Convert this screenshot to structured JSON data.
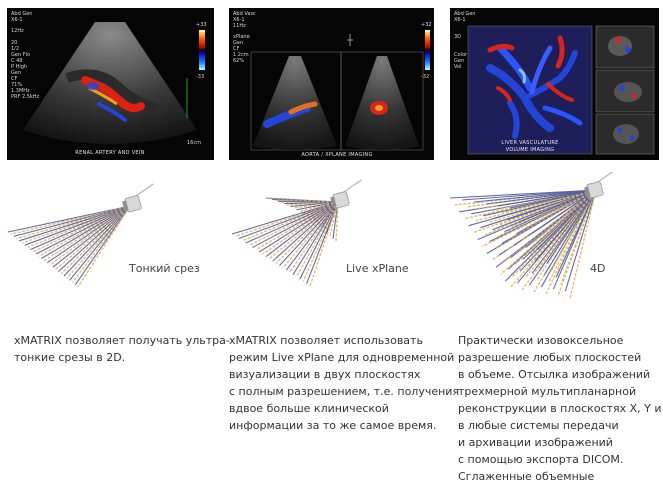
{
  "columns": [
    {
      "image": {
        "header_lines": [
          "Abd Gen",
          "X6-1"
        ],
        "fps": "12Hz",
        "side_params": [
          "20",
          "1/2",
          "Gen Flo",
          "C 48",
          "P High",
          "Gen",
          "CF",
          "71%",
          "1.3MHz",
          "PRF 2.5kHz"
        ],
        "scale_top": "+33",
        "scale_bottom": "-33",
        "depth": "16cm",
        "caption": "RENAL ARTERY AND VEIN"
      },
      "diagram_label": "Тонкий срез",
      "description_lines": [
        "xMATRIX позволяет получать ультра-",
        "тонкие срезы в 2D."
      ]
    },
    {
      "image": {
        "header_lines": [
          "Abd Vasc",
          "X6-1"
        ],
        "fps": "11Hz",
        "side_params": [
          "xPlane",
          "Gen",
          "CF",
          "1 2cm",
          "62%"
        ],
        "scale_top": "+32",
        "scale_bottom": "-32",
        "caption": "AORTA / XPLANE IMAGING"
      },
      "diagram_label": "Live xPlane",
      "description_lines": [
        "xMATRIX позволяет использовать",
        "режим Live xPlane для одновременной",
        "визуализации в двух плоскостях",
        "с полным разрешением, т.е. получения",
        "вдвое больше клинической",
        "информации за то же самое время."
      ]
    },
    {
      "image": {
        "header_lines": [
          "Abd Gen",
          "X6-1"
        ],
        "side_params": [
          "3D",
          "Color",
          "Gen",
          "Vol"
        ],
        "caption": "LIVER VASCULATURE\nVOLUME IMAGING"
      },
      "diagram_label": "4D",
      "description_lines": [
        "Практически изовоксельное",
        "разрешение любых плоскостей",
        "в объеме. Отсылка изображений",
        "трехмерной мультипланарной",
        "реконструкции в плоскостях X, Y и Z",
        "в любые системы передачи",
        "и архивации изображений",
        "с помощью экспорта DICOM.",
        "Сглаженные объемные"
      ]
    }
  ],
  "colors": {
    "fan_blue": "#4f5ca3",
    "fan_orange": "#e0b565",
    "doppler_red": "#d6251a",
    "doppler_blue": "#2346d8"
  }
}
